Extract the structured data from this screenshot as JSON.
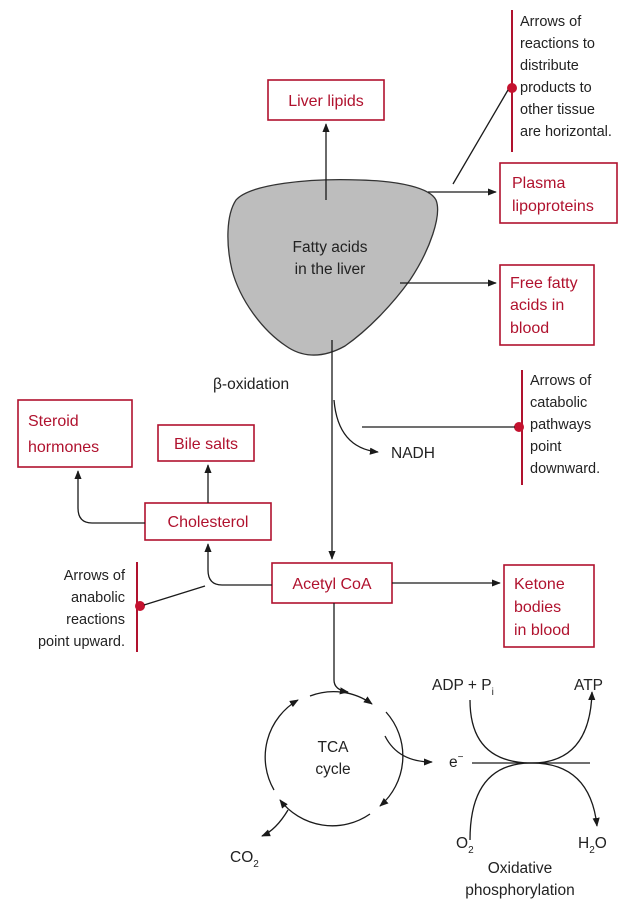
{
  "liver": {
    "line1": "Fatty acids",
    "line2": "in the liver"
  },
  "boxes": {
    "liver_lipids": "Liver lipids",
    "plasma_lipoproteins": [
      "Plasma",
      "lipoproteins"
    ],
    "free_fatty_acids": [
      "Free fatty",
      "acids in",
      "blood"
    ],
    "steroid_hormones": [
      "Steroid",
      "hormones"
    ],
    "bile_salts": "Bile salts",
    "cholesterol": "Cholesterol",
    "acetyl_coa": "Acetyl CoA",
    "ketone_bodies": [
      "Ketone",
      "bodies",
      "in blood"
    ]
  },
  "labels": {
    "beta_oxidation": "β-oxidation",
    "nadh": "NADH",
    "tca": [
      "TCA",
      "cycle"
    ],
    "co2_main": "CO",
    "co2_sub": "2",
    "electron_main": "e",
    "electron_sup": "−",
    "adp_main": "ADP + P",
    "adp_sub": "i",
    "atp": "ATP",
    "o2_main": "O",
    "o2_sub": "2",
    "h2o_h": "H",
    "h2o_sub": "2",
    "h2o_o": "O",
    "oxphos": [
      "Oxidative",
      "phosphorylation"
    ]
  },
  "notes": {
    "horizontal": [
      "Arrows of",
      "reactions to",
      "distribute",
      "products to",
      "other tissue",
      "are horizontal."
    ],
    "catabolic": [
      "Arrows of",
      "catabolic",
      "pathways",
      "point",
      "downward."
    ],
    "anabolic": [
      "Arrows of",
      "anabolic",
      "reactions",
      "point upward."
    ]
  },
  "colors": {
    "accent": "#b0122e",
    "liver_fill": "#bdbdbd"
  }
}
